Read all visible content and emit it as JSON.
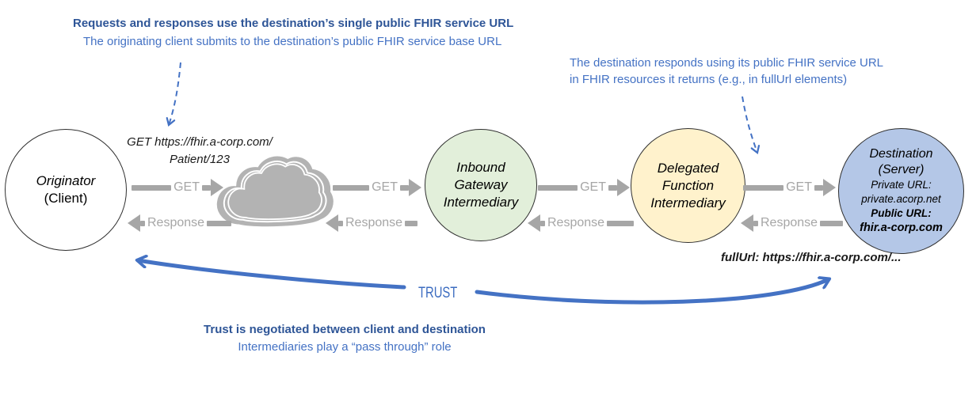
{
  "title_note": {
    "bold": "Requests and responses use the destination’s single public FHIR service URL",
    "sub": "The originating client submits to the destination’s public FHIR service base URL"
  },
  "response_note": {
    "line1": "The destination responds using its public FHIR service URL",
    "line2": "in FHIR resources it returns (e.g., in fullUrl elements)"
  },
  "request_url": {
    "line1": "GET https://fhir.a-corp.com/",
    "line2": "Patient/123"
  },
  "full_url": "fullUrl: https://fhir.a-corp.com/...",
  "trust": {
    "label": "TRUST",
    "bold": "Trust is negotiated between client and destination",
    "sub": "Intermediaries play a “pass through” role"
  },
  "nodes": {
    "originator": {
      "line1": "Originator",
      "line2": "(Client)",
      "fill": "#ffffff"
    },
    "cloud": {
      "icon": "network-cloud",
      "fill": "#b3b3b3"
    },
    "inbound_gateway": {
      "line1": "Inbound",
      "line2": "Gateway",
      "line3": "Intermediary",
      "fill": "#e2efda"
    },
    "delegated_function": {
      "line1": "Delegated",
      "line2": "Function",
      "line3": "Intermediary",
      "fill": "#fff2cc"
    },
    "destination": {
      "line1": "Destination",
      "line2": "(Server)",
      "line3": "Private URL:",
      "line4": "private.acorp.net",
      "line5": "Public URL:",
      "line6": "fhir.a-corp.com",
      "fill": "#b4c7e7"
    }
  },
  "arrows": {
    "get": "GET",
    "response": "Response"
  },
  "colors": {
    "note_dark_blue": "#2e5597",
    "note_blue": "#4472c4",
    "arrow_gray": "#a6a6a6",
    "trust_blue": "#4472c4",
    "cloud_gray": "#b3b3b3"
  }
}
